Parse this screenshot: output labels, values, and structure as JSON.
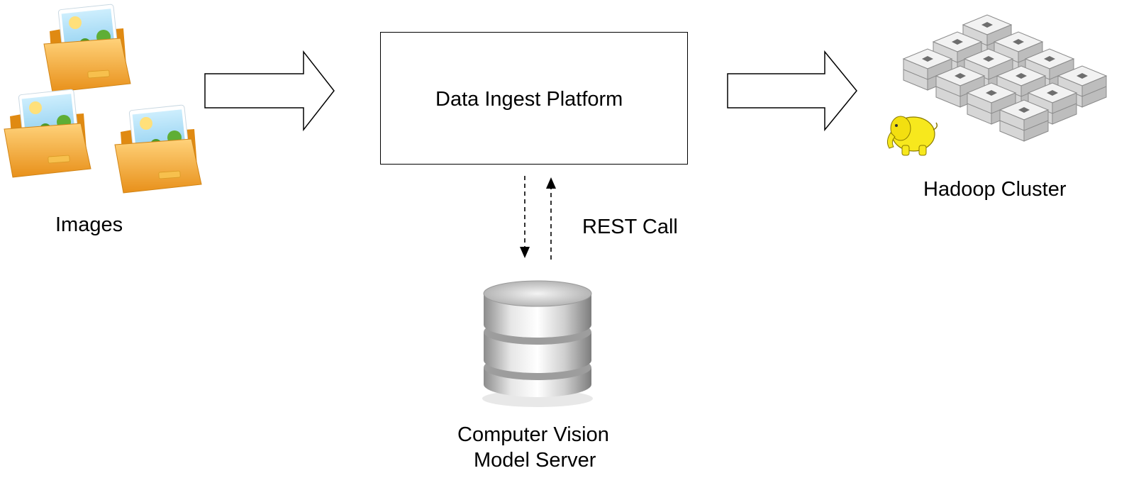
{
  "diagram": {
    "nodes": {
      "images": {
        "label": "Images",
        "icon": "image-folder-icon"
      },
      "ingest": {
        "label": "Data Ingest Platform"
      },
      "hadoop": {
        "label": "Hadoop Cluster",
        "icon": "server-cluster-icon",
        "mascot": "hadoop-elephant-icon"
      },
      "cv_server": {
        "label_line1": "Computer Vision",
        "label_line2": "Model Server",
        "icon": "database-icon"
      }
    },
    "edges": {
      "rest_call": {
        "label": "REST Call"
      }
    }
  },
  "colors": {
    "folder": "#f2a51f",
    "folder_light": "#ffd27a",
    "sky": "#9fd6f2",
    "tree": "#5fae35",
    "sun": "#ffe07a",
    "server": "#c9c9c9",
    "elephant": "#f7e81d",
    "db_silver": "#bfbfbf"
  }
}
